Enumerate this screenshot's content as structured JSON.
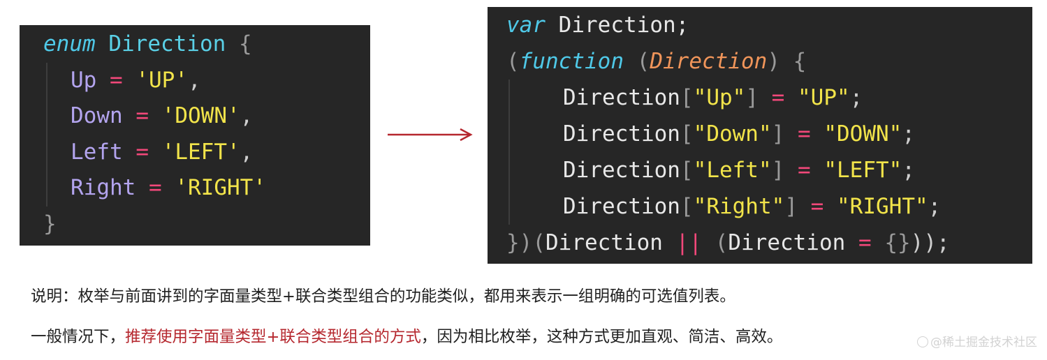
{
  "left_code": {
    "line1": {
      "kw": "enum",
      "name": "Direction",
      "brace": "{"
    },
    "members": [
      {
        "name": "Up",
        "eq": "=",
        "value": "'UP'",
        "comma": ","
      },
      {
        "name": "Down",
        "eq": "=",
        "value": "'DOWN'",
        "comma": ","
      },
      {
        "name": "Left",
        "eq": "=",
        "value": "'LEFT'",
        "comma": ","
      },
      {
        "name": "Right",
        "eq": "=",
        "value": "'RIGHT'",
        "comma": ""
      }
    ],
    "close": "}"
  },
  "right_code": {
    "line1": {
      "kw": "var",
      "rest": "Direction;"
    },
    "line2": {
      "open": "(",
      "kw": "function",
      "space": " ",
      "popen": "(",
      "param": "Direction",
      "pclose": ")",
      "brace": " {"
    },
    "assignments": [
      {
        "obj": "Direction",
        "lb": "[",
        "key": "\"Up\"",
        "rb": "]",
        "eq": "=",
        "value": "\"UP\"",
        "semi": ";"
      },
      {
        "obj": "Direction",
        "lb": "[",
        "key": "\"Down\"",
        "rb": "]",
        "eq": "=",
        "value": "\"DOWN\"",
        "semi": ";"
      },
      {
        "obj": "Direction",
        "lb": "[",
        "key": "\"Left\"",
        "rb": "]",
        "eq": "=",
        "value": "\"LEFT\"",
        "semi": ";"
      },
      {
        "obj": "Direction",
        "lb": "[",
        "key": "\"Right\"",
        "rb": "]",
        "eq": "=",
        "value": "\"RIGHT\"",
        "semi": ";"
      }
    ],
    "last": {
      "a": "})(",
      "b": "Direction",
      "or": "||",
      "c": "(",
      "d": "Direction",
      "eq": "=",
      "e": "{}",
      "f": "));"
    }
  },
  "text": {
    "line1": "说明：枚举与前面讲到的字面量类型+联合类型组合的功能类似，都用来表示一组明确的可选值列表。",
    "line2_prefix": "一般情况下，",
    "line2_highlight": "推荐使用字面量类型+联合类型组合的方式",
    "line2_suffix": "，因为相比枚举，这种方式更加直观、简洁、高效。"
  },
  "watermark": "@稀土掘金技术社区",
  "colors": {
    "code_bg": "#262626",
    "keyword": "#4fc9e8",
    "string": "#f2e44a",
    "member": "#b3a4ee",
    "operator": "#f2487a",
    "param": "#f0955a",
    "arrow": "#b5272e",
    "highlight_text": "#b5272e"
  }
}
